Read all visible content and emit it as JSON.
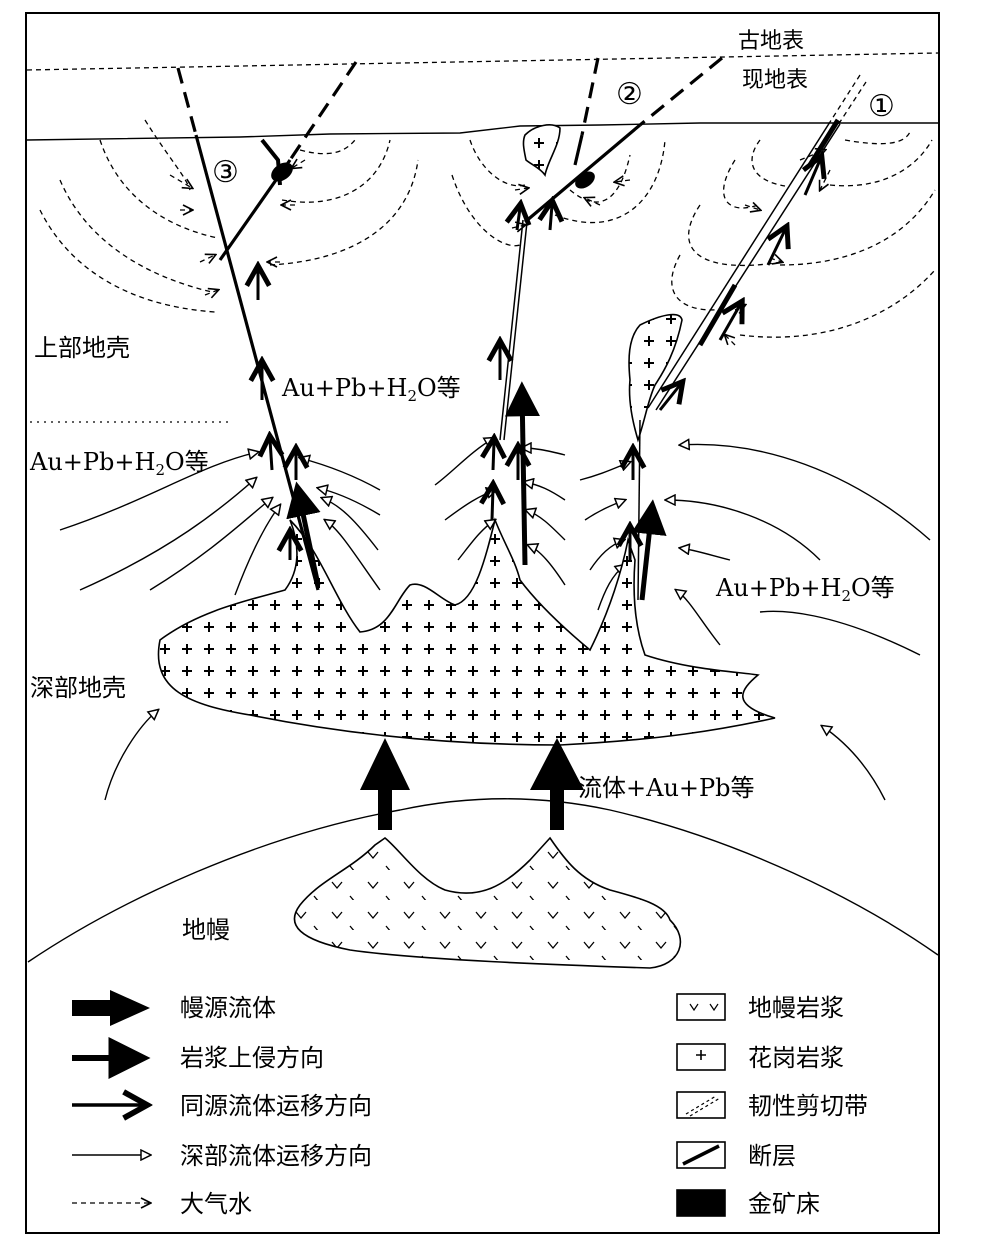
{
  "labels": {
    "ancient_surface": "古地表",
    "present_surface": "现地表",
    "fault_1": "①",
    "fault_2": "②",
    "fault_3": "③",
    "upper_crust": "上部地壳",
    "deep_crust": "深部地壳",
    "mantle": "地幔",
    "fluid_label_center": "Au+Pb+H",
    "fluid_label_center_rest": "O等",
    "fluid_label_left": "Au+Pb+H",
    "fluid_label_left_rest": "O等",
    "fluid_label_right": "Au+Pb+H",
    "fluid_label_right_rest": "O等",
    "subscript_2": "2",
    "mantle_fluid_label": "流体+Au+Pb等"
  },
  "legend": {
    "left": [
      {
        "label": "幔源流体",
        "symbol": "mantle-fluid-arrow"
      },
      {
        "label": "岩浆上侵方向",
        "symbol": "magma-intrusion-arrow"
      },
      {
        "label": "同源流体运移方向",
        "symbol": "cognate-fluid-arrow"
      },
      {
        "label": "深部流体运移方向",
        "symbol": "deep-fluid-arrow"
      },
      {
        "label": "大气水",
        "symbol": "meteoric-water-arrow"
      }
    ],
    "right": [
      {
        "label": "地幔岩浆",
        "symbol": "mantle-magma-box"
      },
      {
        "label": "花岗岩浆",
        "symbol": "granite-magma-box"
      },
      {
        "label": "韧性剪切带",
        "symbol": "ductile-shear-zone-box"
      },
      {
        "label": "断层",
        "symbol": "fault-box"
      },
      {
        "label": "金矿床",
        "symbol": "gold-deposit-box"
      }
    ]
  },
  "colors": {
    "ink": "#000000",
    "paper": "#ffffff"
  }
}
